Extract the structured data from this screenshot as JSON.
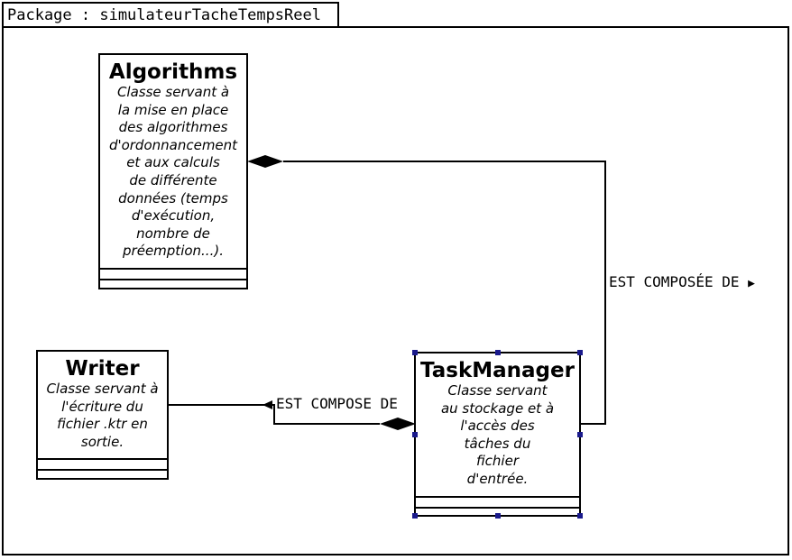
{
  "package": {
    "label": "Package : simulateurTacheTempsReel"
  },
  "classes": {
    "algorithms": {
      "name": "Algorithms",
      "description": "Classe servant à\nla mise en place\ndes algorithmes\nd'ordonnancement\net aux calculs\nde différente\ndonnées (temps\nd'exécution,\nnombre de\npréemption...)."
    },
    "writer": {
      "name": "Writer",
      "description": "Classe servant à\nl'écriture du\nfichier .ktr en\nsortie."
    },
    "taskmanager": {
      "name": "TaskManager",
      "description": "Classe servant\nau stockage et à\nl'accès des\ntâches du\nfichier\nd'entrée."
    }
  },
  "relations": {
    "algo_taskmanager": {
      "label": "EST COMPOSÉE  DE",
      "arrow": "▶"
    },
    "writer_taskmanager": {
      "label": "EST COMPOSE DE"
    }
  },
  "colors": {
    "line": "#000000",
    "selection_handle": "#1a1a8c",
    "background": "#ffffff"
  }
}
